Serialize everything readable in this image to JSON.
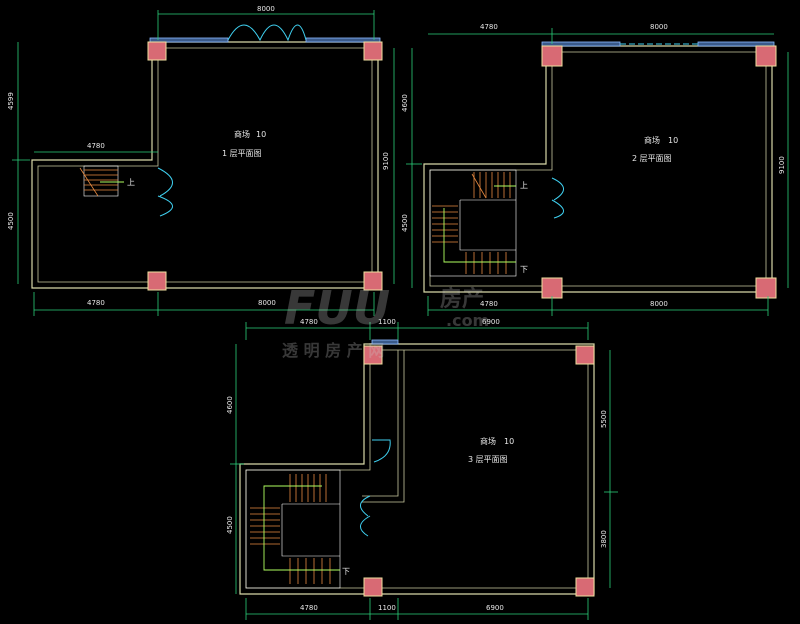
{
  "plans": [
    {
      "name": "商场",
      "count": "10",
      "floor": "1 层平面图",
      "dims_top": [
        "8000"
      ],
      "dims_bottom": [
        "4780",
        "8000"
      ],
      "dims_left": [
        "4599",
        "4500"
      ],
      "dims_mid": [
        "4780"
      ],
      "dims_right": [
        "9100"
      ],
      "stair_label": "上"
    },
    {
      "name": "商场",
      "count": "10",
      "floor": "2 层平面图",
      "dims_top": [
        "4780",
        "8000"
      ],
      "dims_bottom": [
        "4780",
        "8000"
      ],
      "dims_left": [
        "4600",
        "4500"
      ],
      "dims_right": [
        "9100"
      ],
      "stair_up": "上",
      "stair_down": "下"
    },
    {
      "name": "商场",
      "count": "10",
      "floor": "3 层平面图",
      "dims_top": [
        "4780",
        "1100",
        "6900"
      ],
      "dims_bottom": [
        "4780",
        "1100",
        "6900"
      ],
      "dims_left": [
        "4600",
        "4500"
      ],
      "dims_right": [
        "5500",
        "3800"
      ],
      "stair_down": "下"
    }
  ],
  "watermark": {
    "logo": "FUU",
    "brand": "房产",
    "domain": ".com",
    "site": "透 明 房 产 网"
  },
  "colors": {
    "background": "#000000",
    "wall": "#d8d8a8",
    "dimension": "#2bd07a",
    "column": "#d86a74",
    "door": "#3fd0f0",
    "stair": "#e88a40"
  }
}
